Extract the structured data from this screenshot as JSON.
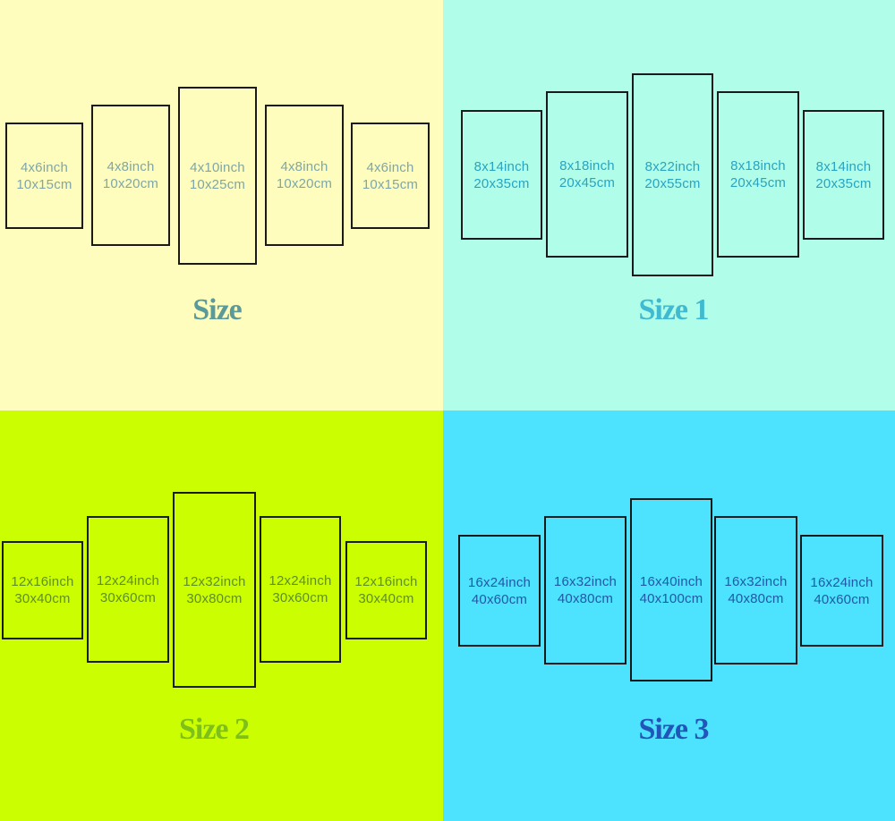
{
  "quadrants": [
    {
      "title": "Size",
      "background": "#fefdbd",
      "title_color": "#5c9a9a",
      "text_color": "#7fa6a8",
      "panels": [
        {
          "inch": "4x6inch",
          "cm": "10x15cm"
        },
        {
          "inch": "4x8inch",
          "cm": "10x20cm"
        },
        {
          "inch": "4x10inch",
          "cm": "10x25cm"
        },
        {
          "inch": "4x8inch",
          "cm": "10x20cm"
        },
        {
          "inch": "4x6inch",
          "cm": "10x15cm"
        }
      ]
    },
    {
      "title": "Size 1",
      "background": "#b0fdea",
      "title_color": "#3fbad0",
      "text_color": "#2aa3c0",
      "panels": [
        {
          "inch": "8x14inch",
          "cm": "20x35cm"
        },
        {
          "inch": "8x18inch",
          "cm": "20x45cm"
        },
        {
          "inch": "8x22inch",
          "cm": "20x55cm"
        },
        {
          "inch": "8x18inch",
          "cm": "20x45cm"
        },
        {
          "inch": "8x14inch",
          "cm": "20x35cm"
        }
      ]
    },
    {
      "title": "Size 2",
      "background": "#ccfe02",
      "title_color": "#7fbf1a",
      "text_color": "#5e8f24",
      "panels": [
        {
          "inch": "12x16inch",
          "cm": "30x40cm"
        },
        {
          "inch": "12x24inch",
          "cm": "30x60cm"
        },
        {
          "inch": "12x32inch",
          "cm": "30x80cm"
        },
        {
          "inch": "12x24inch",
          "cm": "30x60cm"
        },
        {
          "inch": "12x16inch",
          "cm": "30x40cm"
        }
      ]
    },
    {
      "title": "Size 3",
      "background": "#4de2fd",
      "title_color": "#2156b8",
      "text_color": "#1f5aa6",
      "panels": [
        {
          "inch": "16x24inch",
          "cm": "40x60cm"
        },
        {
          "inch": "16x32inch",
          "cm": "40x80cm"
        },
        {
          "inch": "16x40inch",
          "cm": "40x100cm"
        },
        {
          "inch": "16x32inch",
          "cm": "40x80cm"
        },
        {
          "inch": "16x24inch",
          "cm": "40x60cm"
        }
      ]
    }
  ]
}
